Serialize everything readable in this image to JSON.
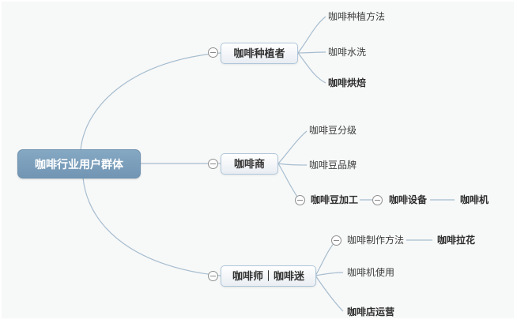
{
  "mindmap": {
    "root": {
      "label": "咖啡行业用户群体"
    },
    "branches": [
      {
        "label": "咖啡种植者",
        "collapsed_toggle": "minus",
        "children": [
          {
            "label": "咖啡种植方法",
            "bold": false
          },
          {
            "label": "咖啡水洗",
            "bold": false
          },
          {
            "label": "咖啡烘焙",
            "bold": true
          }
        ]
      },
      {
        "label": "咖啡商",
        "collapsed_toggle": "minus",
        "children": [
          {
            "label": "咖啡豆分级",
            "bold": false
          },
          {
            "label": "咖啡豆品牌",
            "bold": false
          },
          {
            "label": "咖啡豆加工",
            "bold": true,
            "collapsed_toggle": "minus",
            "children": [
              {
                "label": "咖啡设备",
                "bold": true,
                "collapsed_toggle": "minus",
                "children": [
                  {
                    "label": "咖啡机",
                    "bold": true
                  }
                ]
              }
            ]
          }
        ]
      },
      {
        "label": "咖啡师｜咖啡迷",
        "collapsed_toggle": "minus",
        "children": [
          {
            "label": "咖啡制作方法",
            "bold": false,
            "collapsed_toggle": "minus",
            "children": [
              {
                "label": "咖啡拉花",
                "bold": true
              }
            ]
          },
          {
            "label": "咖啡机使用",
            "bold": false
          },
          {
            "label": "咖啡店运营",
            "bold": true
          }
        ]
      }
    ],
    "icons": {
      "collapse_toggle": "minus-icon"
    },
    "colors": {
      "canvas_bg": "#f7f8f8",
      "root_bg": "#7b9fbc",
      "root_text": "#ffffff",
      "branch_border": "#b0c7da",
      "branch_text": "#333333",
      "leaf_text": "#3d3d3d",
      "connector_line": "#a6bdcf",
      "toggle_border": "#8f8f8f"
    }
  }
}
